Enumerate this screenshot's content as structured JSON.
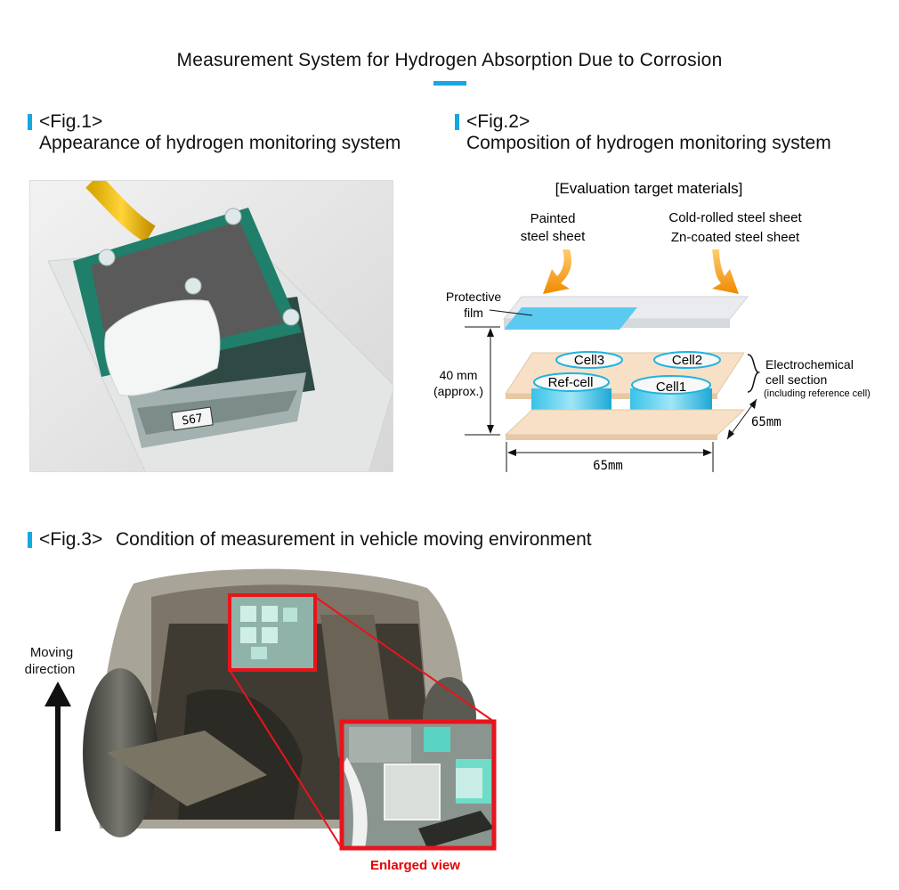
{
  "header": {
    "title": "Measurement System for Hydrogen Absorption Due to  Corrosion",
    "accent_color": "#15a7e0"
  },
  "fig1": {
    "tag": "<Fig.1>",
    "caption": "Appearance of hydrogen monitoring system",
    "sample_label": "S67"
  },
  "fig2": {
    "tag": "<Fig.2>",
    "caption": "Composition of hydrogen monitoring system",
    "eval_heading": "[Evaluation target materials]",
    "painted": [
      "Painted",
      "steel sheet"
    ],
    "coldrolled": [
      "Cold-rolled steel sheet",
      "Zn-coated steel sheet"
    ],
    "protective": [
      "Protective",
      "film"
    ],
    "cells": [
      "Cell3",
      "Cell2",
      "Ref-cell",
      "Cell1"
    ],
    "height": [
      "40 mm",
      "(approx.)"
    ],
    "section": [
      "Electrochemical",
      "cell section",
      "(including reference cell)"
    ],
    "depth": "65mm",
    "width": "65mm"
  },
  "fig3": {
    "tag": "<Fig.3>",
    "caption": "Condition of measurement in vehicle moving environment",
    "moving": [
      "Moving",
      "direction"
    ],
    "enlarged": "Enlarged view",
    "highlight_color": "#e8141c"
  }
}
